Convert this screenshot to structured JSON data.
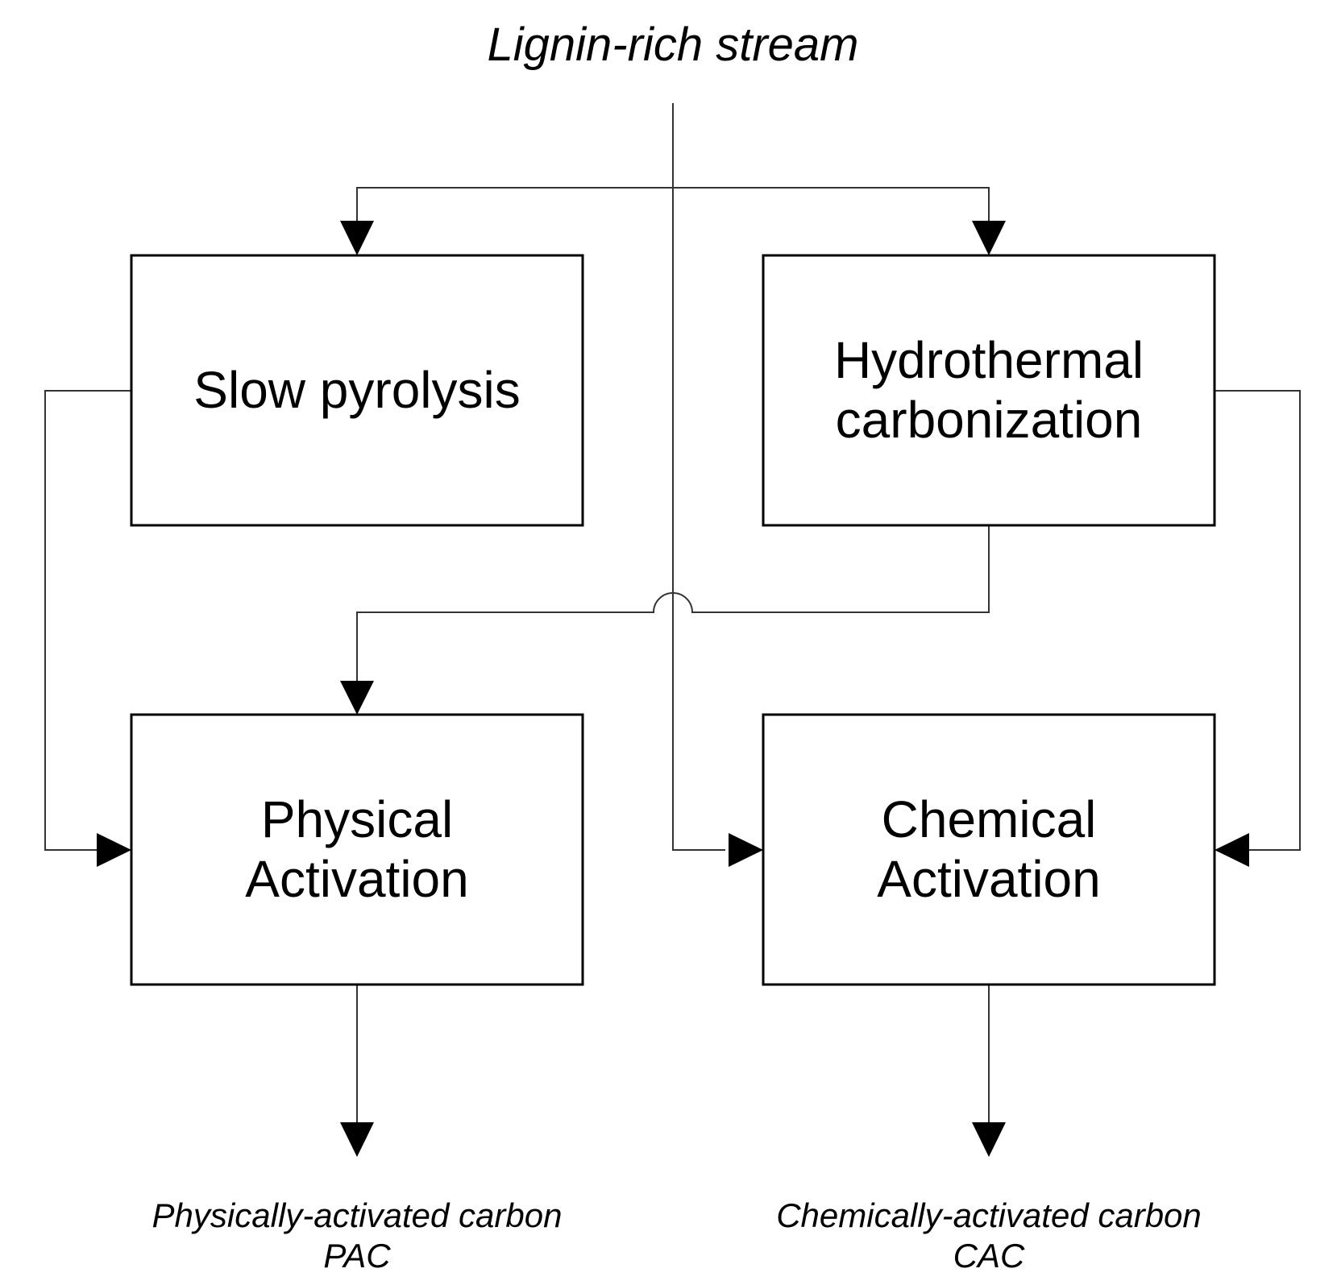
{
  "diagram": {
    "input": {
      "label": "Lignin-rich stream"
    },
    "nodes": {
      "slow_pyrolysis": {
        "label": "Slow pyrolysis"
      },
      "hydrothermal_carbonization": {
        "line1": "Hydrothermal",
        "line2": "carbonization"
      },
      "physical_activation": {
        "line1": "Physical",
        "line2": "Activation"
      },
      "chemical_activation": {
        "line1": "Chemical",
        "line2": "Activation"
      }
    },
    "outputs": {
      "pac": {
        "line1": "Physically-activated carbon",
        "line2": "PAC"
      },
      "cac": {
        "line1": "Chemically-activated carbon",
        "line2": "CAC"
      }
    },
    "colors": {
      "line": "#333333",
      "box_border": "#000000",
      "arrowhead": "#000000",
      "background": "#ffffff"
    }
  }
}
